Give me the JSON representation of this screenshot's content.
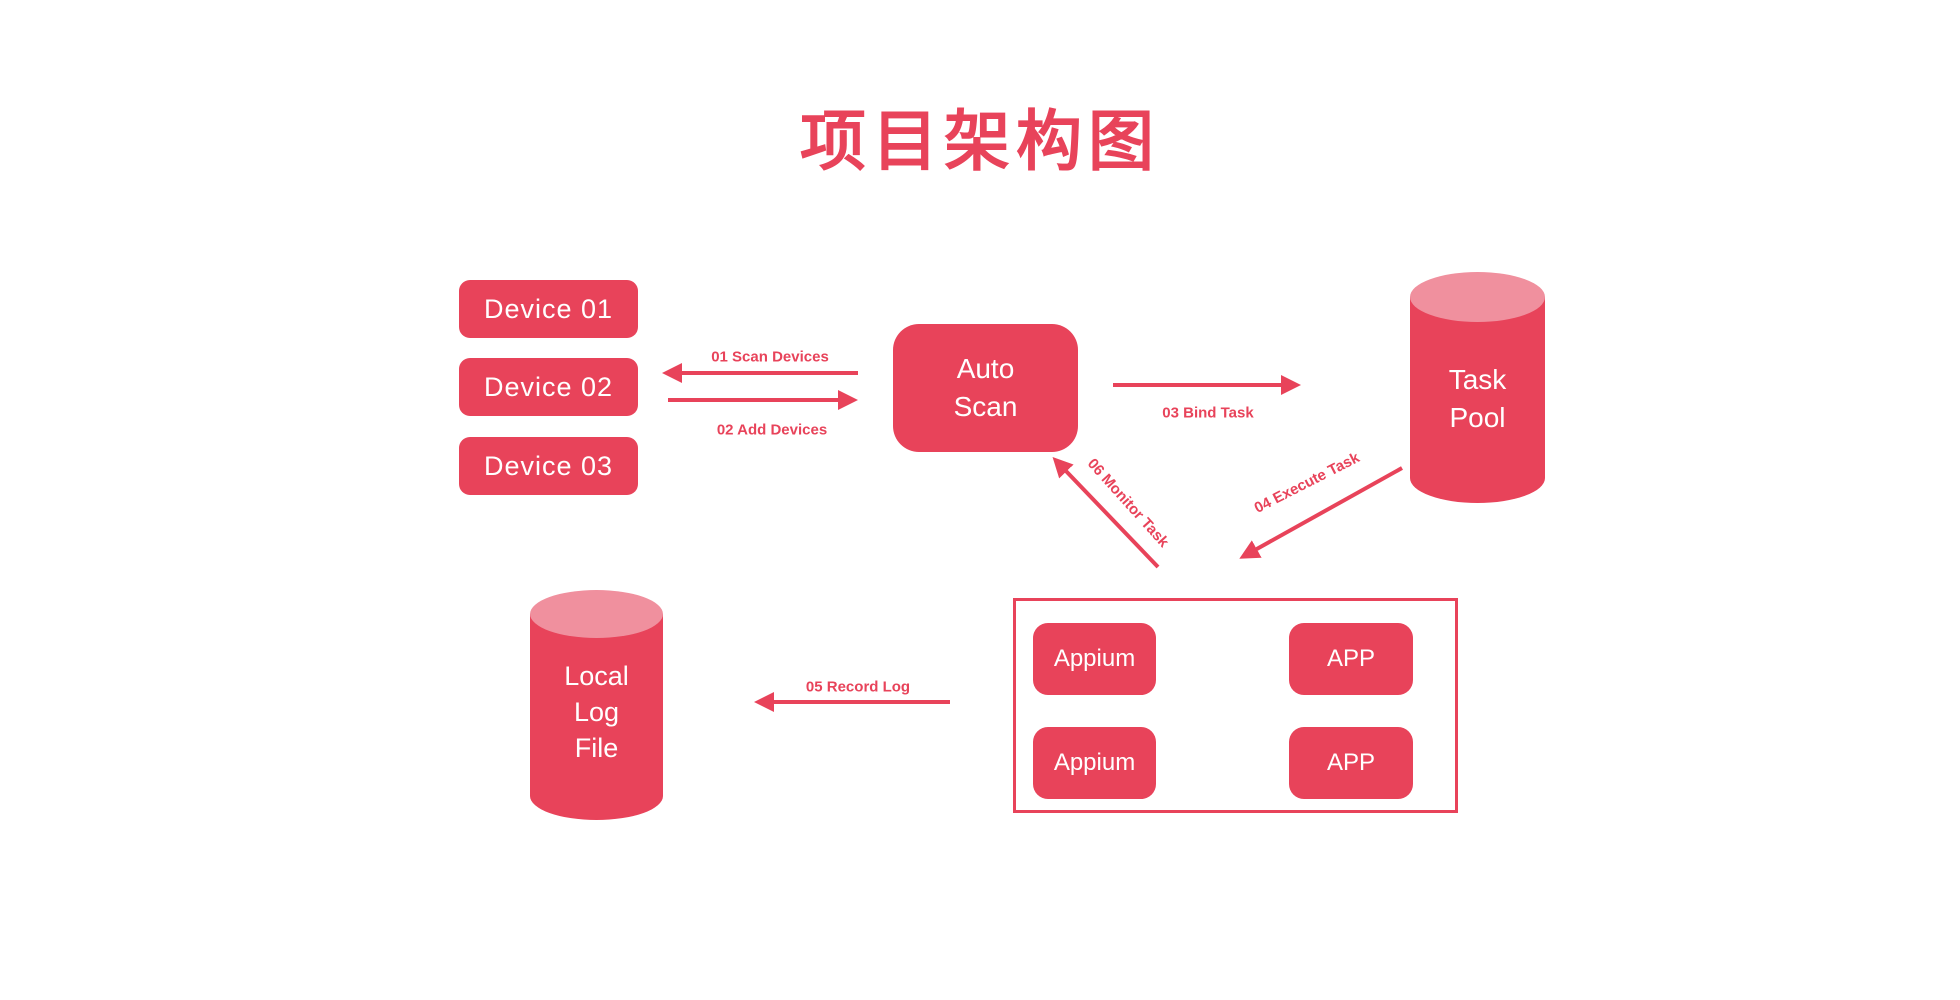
{
  "title": "项目架构图",
  "colors": {
    "red": "#e8435a",
    "pink": "#f0909e",
    "white": "#ffffff"
  },
  "devices": [
    {
      "label": "Device 01"
    },
    {
      "label": "Device 02"
    },
    {
      "label": "Device 03"
    }
  ],
  "auto_scan": {
    "line1": "Auto",
    "line2": "Scan"
  },
  "task_pool": {
    "line1": "Task",
    "line2": "Pool"
  },
  "local_log": {
    "line1": "Local",
    "line2": "Log",
    "line3": "File"
  },
  "appium_group": {
    "rows": [
      {
        "left": "Appium",
        "right": "APP"
      },
      {
        "left": "Appium",
        "right": "APP"
      }
    ]
  },
  "flows": {
    "scan_devices": "01 Scan Devices",
    "add_devices": "02 Add Devices",
    "bind_task": "03 Bind Task",
    "execute_task": "04 Execute Task",
    "record_log": "05 Record Log",
    "monitor_task": "06 Monitor Task"
  }
}
